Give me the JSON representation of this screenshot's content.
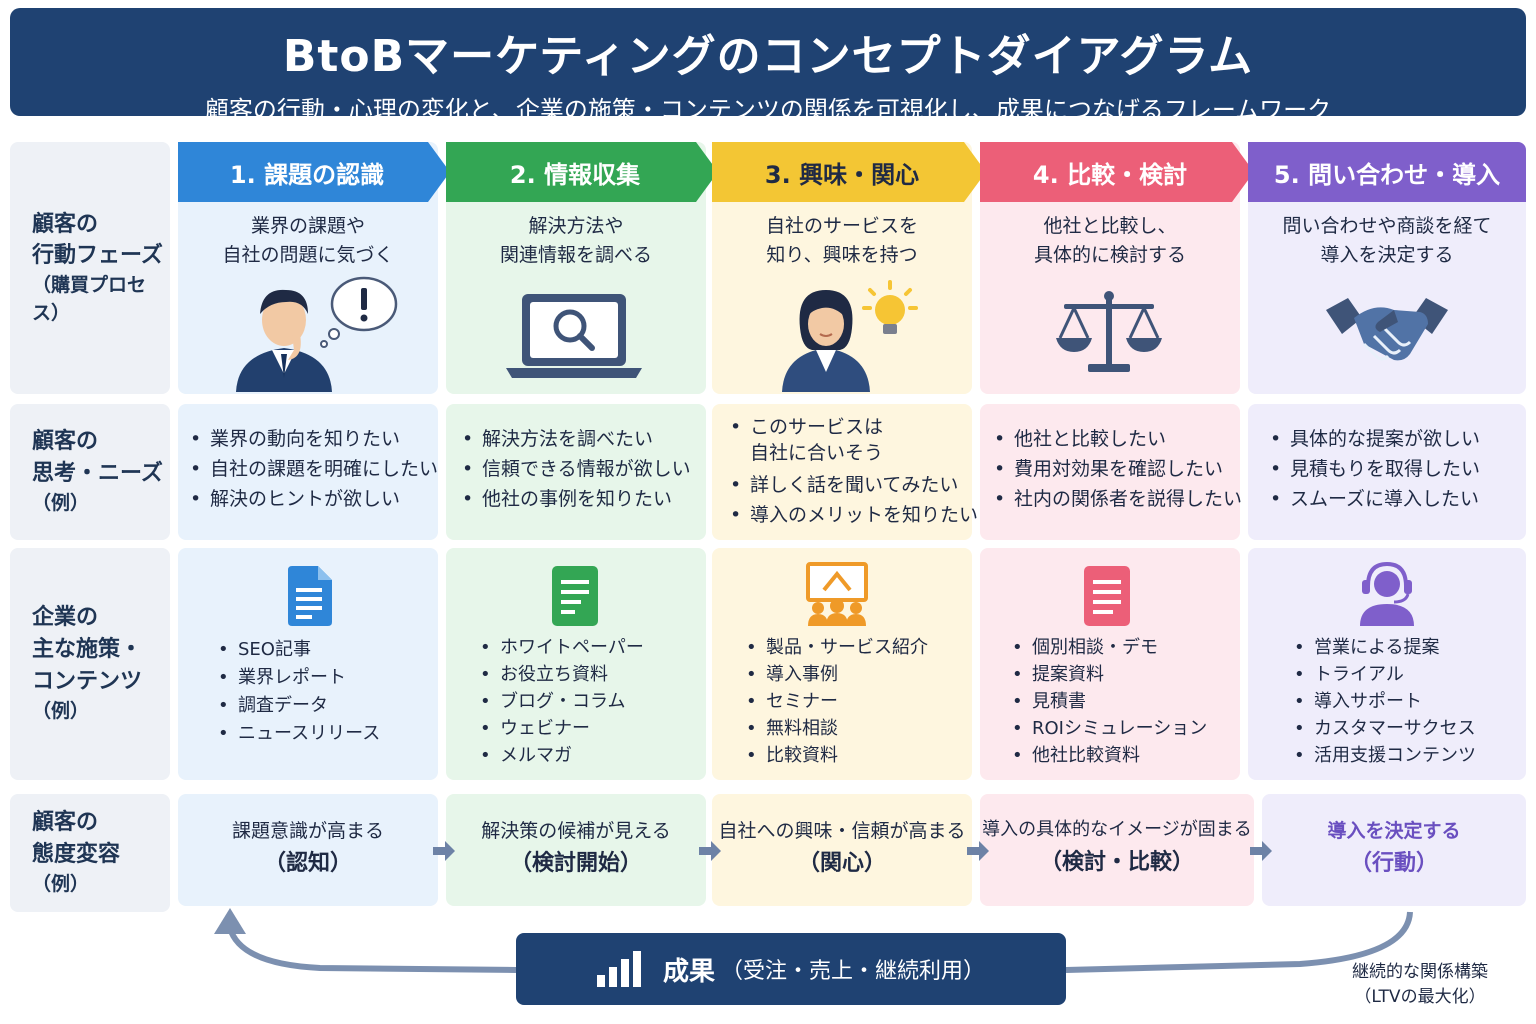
{
  "header": {
    "title": "BtoBマーケティングのコンセプトダイアグラム",
    "subtitle": "顧客の行動・心理の変化と、企業の施策・コンテンツの関係を可視化し、成果につなげるフレームワーク"
  },
  "row_labels": {
    "phase": {
      "main": "顧客の\n行動フェーズ",
      "sub": "（購買プロセス）"
    },
    "needs": {
      "main": "顧客の\n思考・ニーズ",
      "sub": "（例）"
    },
    "actions": {
      "main": "企業の\n主な施策・\nコンテンツ",
      "sub": "（例）"
    },
    "attitude": {
      "main": "顧客の\n態度変容",
      "sub": "（例）"
    }
  },
  "colors": {
    "phase1": "#2f86d8",
    "phase2": "#33a654",
    "phase3": "#f3c634",
    "phase4": "#ec5f78",
    "phase5": "#7f5fcb",
    "navy": "#1f4272"
  },
  "phases": [
    {
      "title": "1. 課題の認識",
      "desc": "業界の課題や\n自社の問題に気づく",
      "icon": "thinking-person-icon",
      "needs": [
        "業界の動向を知りたい",
        "自社の課題を明確にしたい",
        "解決のヒントが欲しい"
      ],
      "action_icon": "document-icon",
      "actions": [
        "SEO記事",
        "業界レポート",
        "調査データ",
        "ニュースリリース"
      ],
      "attitude": "課題意識が高まる",
      "attitude_stage": "（認知）"
    },
    {
      "title": "2. 情報収集",
      "desc": "解決方法や\n関連情報を調べる",
      "icon": "laptop-search-icon",
      "needs": [
        "解決方法を調べたい",
        "信頼できる情報が欲しい",
        "他社の事例を知りたい"
      ],
      "action_icon": "document-icon",
      "actions": [
        "ホワイトペーパー",
        "お役立ち資料",
        "ブログ・コラム",
        "ウェビナー",
        "メルマガ"
      ],
      "attitude": "解決策の候補が見える",
      "attitude_stage": "（検討開始）"
    },
    {
      "title": "3. 興味・関心",
      "desc": "自社のサービスを\n知り、興味を持つ",
      "icon": "woman-lightbulb-icon",
      "needs": [
        "このサービスは\n自社に合いそう",
        "詳しく話を聞いてみたい",
        "導入のメリットを知りたい"
      ],
      "action_icon": "seminar-icon",
      "actions": [
        "製品・サービス紹介",
        "導入事例",
        "セミナー",
        "無料相談",
        "比較資料"
      ],
      "attitude": "自社への興味・信頼が高まる",
      "attitude_stage": "（関心）"
    },
    {
      "title": "4. 比較・検討",
      "desc": "他社と比較し、\n具体的に検討する",
      "icon": "scale-icon",
      "needs": [
        "他社と比較したい",
        "費用対効果を確認したい",
        "社内の関係者を説得したい"
      ],
      "action_icon": "document-icon",
      "actions": [
        "個別相談・デモ",
        "提案資料",
        "見積書",
        "ROIシミュレーション",
        "他社比較資料"
      ],
      "attitude": "導入の具体的なイメージが固まる",
      "attitude_stage": "（検討・比較）"
    },
    {
      "title": "5. 問い合わせ・導入",
      "desc": "問い合わせや商談を経て\n導入を決定する",
      "icon": "handshake-icon",
      "needs": [
        "具体的な提案が欲しい",
        "見積もりを取得したい",
        "スムーズに導入したい"
      ],
      "action_icon": "headset-icon",
      "actions": [
        "営業による提案",
        "トライアル",
        "導入サポート",
        "カスタマーサクセス",
        "活用支援コンテンツ"
      ],
      "attitude": "導入を決定する",
      "attitude_stage": "（行動）"
    }
  ],
  "result": {
    "label": "成果",
    "detail": "（受注・売上・継続利用）",
    "icon": "bar-chart-icon"
  },
  "ltv_note": "継続的な関係構築\n（LTVの最大化）"
}
